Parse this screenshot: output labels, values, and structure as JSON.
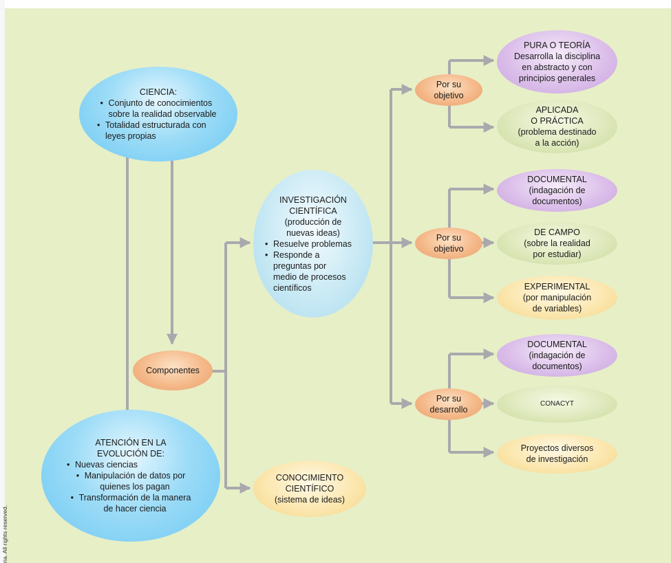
{
  "ciencia": {
    "title": "CIENCIA:",
    "b1_line1": "Conjunto de conocimientos",
    "b1_line2": "sobre la realidad observable",
    "b2_line1": "Totalidad estructurada con",
    "b2_line2": "leyes propias"
  },
  "componentes": {
    "label": "Componentes"
  },
  "atencion": {
    "title_line1": "ATENCIÓN EN LA",
    "title_line2": "EVOLUCIÓN DE:",
    "b1": "Nuevas ciencias",
    "b2_line1": "Manipulación de datos por",
    "b2_line2": "quienes los pagan",
    "b3_line1": "Transformación de la manera",
    "b3_line2": "de hacer ciencia"
  },
  "investigacion": {
    "line1": "INVESTIGACIÓN",
    "line2": "CIENTÍFICA",
    "line3": "(producción de",
    "line4": "nuevas ideas)",
    "b1": "Resuelve problemas",
    "b2_line1": "Responde a",
    "b2_line2": "preguntas por",
    "b2_line3": "medio de procesos",
    "b2_line4": "científicos"
  },
  "conocimiento": {
    "line1": "CONOCIMIENTO",
    "line2": "CIENTÍFICO",
    "line3": "(sistema de ideas)"
  },
  "criterio1": {
    "line1": "Por su",
    "line2": "objetivo"
  },
  "criterio2": {
    "line1": "Por su",
    "line2": "objetivo"
  },
  "criterio3": {
    "line1": "Por su",
    "line2": "desarrollo"
  },
  "pura": {
    "line1": "PURA O TEORÍA",
    "line2": "Desarrolla la disciplina",
    "line3": "en abstracto y con",
    "line4": "principios generales"
  },
  "aplicada": {
    "line1": "APLICADA",
    "line2": "O PRÁCTICA",
    "line3": "(problema destinado",
    "line4": "a la acción)"
  },
  "documental1": {
    "line1": "DOCUMENTAL",
    "line2": "(indagación de",
    "line3": "documentos)"
  },
  "decampo": {
    "line1": "DE CAMPO",
    "line2": "(sobre la realidad",
    "line3": "por estudiar)"
  },
  "experimental": {
    "line1": "EXPERIMENTAL",
    "line2": "(por manipulación",
    "line3": "de variables)"
  },
  "documental2": {
    "line1": "DOCUMENTAL",
    "line2": "(indagación de",
    "line3": "documentos)"
  },
  "conacyt": {
    "label": "CONACYT"
  },
  "proyectos": {
    "line1": "Proyectos diversos",
    "line2": "de investigación"
  },
  "copyright": "ria. All rights reserved.",
  "colors": {
    "panel": "#e7efc7",
    "connector": "#a9a9ad",
    "blue": "#8fd5f5",
    "orange": "#f2b281",
    "purple": "#d8bbe8",
    "green": "#d7e3b0",
    "yellow": "#f9e1a2"
  }
}
